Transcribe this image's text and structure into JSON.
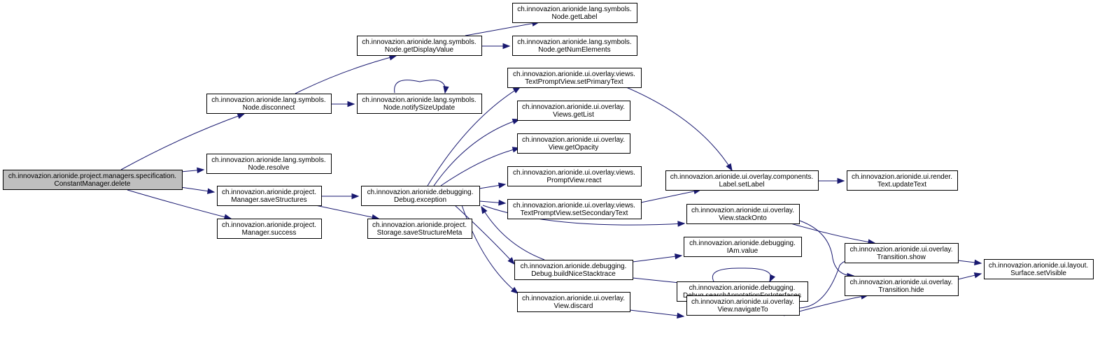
{
  "diagram": {
    "type": "call-graph",
    "edge_color": "#191970",
    "root_fill": "#bfbfbf",
    "nodes": [
      {
        "id": "delete",
        "lines": [
          "ch.innovazion.arionide.project.managers.specification.",
          "ConstantManager.delete"
        ],
        "root": true
      },
      {
        "id": "disconnect",
        "lines": [
          "ch.innovazion.arionide.lang.symbols.",
          "Node.disconnect"
        ]
      },
      {
        "id": "resolve",
        "lines": [
          "ch.innovazion.arionide.lang.symbols.",
          "Node.resolve"
        ]
      },
      {
        "id": "saveStructures",
        "lines": [
          "ch.innovazion.arionide.project.",
          "Manager.saveStructures"
        ]
      },
      {
        "id": "success",
        "lines": [
          "ch.innovazion.arionide.project.",
          "Manager.success"
        ]
      },
      {
        "id": "getDisplayValue",
        "lines": [
          "ch.innovazion.arionide.lang.symbols.",
          "Node.getDisplayValue"
        ]
      },
      {
        "id": "notifySizeUpdate",
        "lines": [
          "ch.innovazion.arionide.lang.symbols.",
          "Node.notifySizeUpdate"
        ]
      },
      {
        "id": "exception",
        "lines": [
          "ch.innovazion.arionide.debugging.",
          "Debug.exception"
        ]
      },
      {
        "id": "saveStructureMeta",
        "lines": [
          "ch.innovazion.arionide.project.",
          "Storage.saveStructureMeta"
        ]
      },
      {
        "id": "getLabel",
        "lines": [
          "ch.innovazion.arionide.lang.symbols.",
          "Node.getLabel"
        ]
      },
      {
        "id": "getNumElements",
        "lines": [
          "ch.innovazion.arionide.lang.symbols.",
          "Node.getNumElements"
        ]
      },
      {
        "id": "setPrimaryText",
        "lines": [
          "ch.innovazion.arionide.ui.overlay.views.",
          "TextPromptView.setPrimaryText"
        ]
      },
      {
        "id": "getList",
        "lines": [
          "ch.innovazion.arionide.ui.overlay.",
          "Views.getList"
        ]
      },
      {
        "id": "getOpacity",
        "lines": [
          "ch.innovazion.arionide.ui.overlay.",
          "View.getOpacity"
        ]
      },
      {
        "id": "react",
        "lines": [
          "ch.innovazion.arionide.ui.overlay.views.",
          "PromptView.react"
        ]
      },
      {
        "id": "setSecondaryText",
        "lines": [
          "ch.innovazion.arionide.ui.overlay.views.",
          "TextPromptView.setSecondaryText"
        ]
      },
      {
        "id": "buildNiceStacktrace",
        "lines": [
          "ch.innovazion.arionide.debugging.",
          "Debug.buildNiceStacktrace"
        ]
      },
      {
        "id": "discard",
        "lines": [
          "ch.innovazion.arionide.ui.overlay.",
          "View.discard"
        ]
      },
      {
        "id": "setLabel",
        "lines": [
          "ch.innovazion.arionide.ui.overlay.components.",
          "Label.setLabel"
        ]
      },
      {
        "id": "stackOnto",
        "lines": [
          "ch.innovazion.arionide.ui.overlay.",
          "View.stackOnto"
        ]
      },
      {
        "id": "IAmvalue",
        "lines": [
          "ch.innovazion.arionide.debugging.",
          "IAm.value"
        ]
      },
      {
        "id": "searchAnnotation",
        "lines": [
          "ch.innovazion.arionide.debugging.",
          "Debug.searchAnnotationForInterfaces"
        ]
      },
      {
        "id": "navigateTo",
        "lines": [
          "ch.innovazion.arionide.ui.overlay.",
          "View.navigateTo"
        ]
      },
      {
        "id": "updateText",
        "lines": [
          "ch.innovazion.arionide.ui.render.",
          "Text.updateText"
        ]
      },
      {
        "id": "show",
        "lines": [
          "ch.innovazion.arionide.ui.overlay.",
          "Transition.show"
        ]
      },
      {
        "id": "hide",
        "lines": [
          "ch.innovazion.arionide.ui.overlay.",
          "Transition.hide"
        ]
      },
      {
        "id": "setVisible",
        "lines": [
          "ch.innovazion.arionide.ui.layout.",
          "Surface.setVisible"
        ]
      }
    ]
  }
}
